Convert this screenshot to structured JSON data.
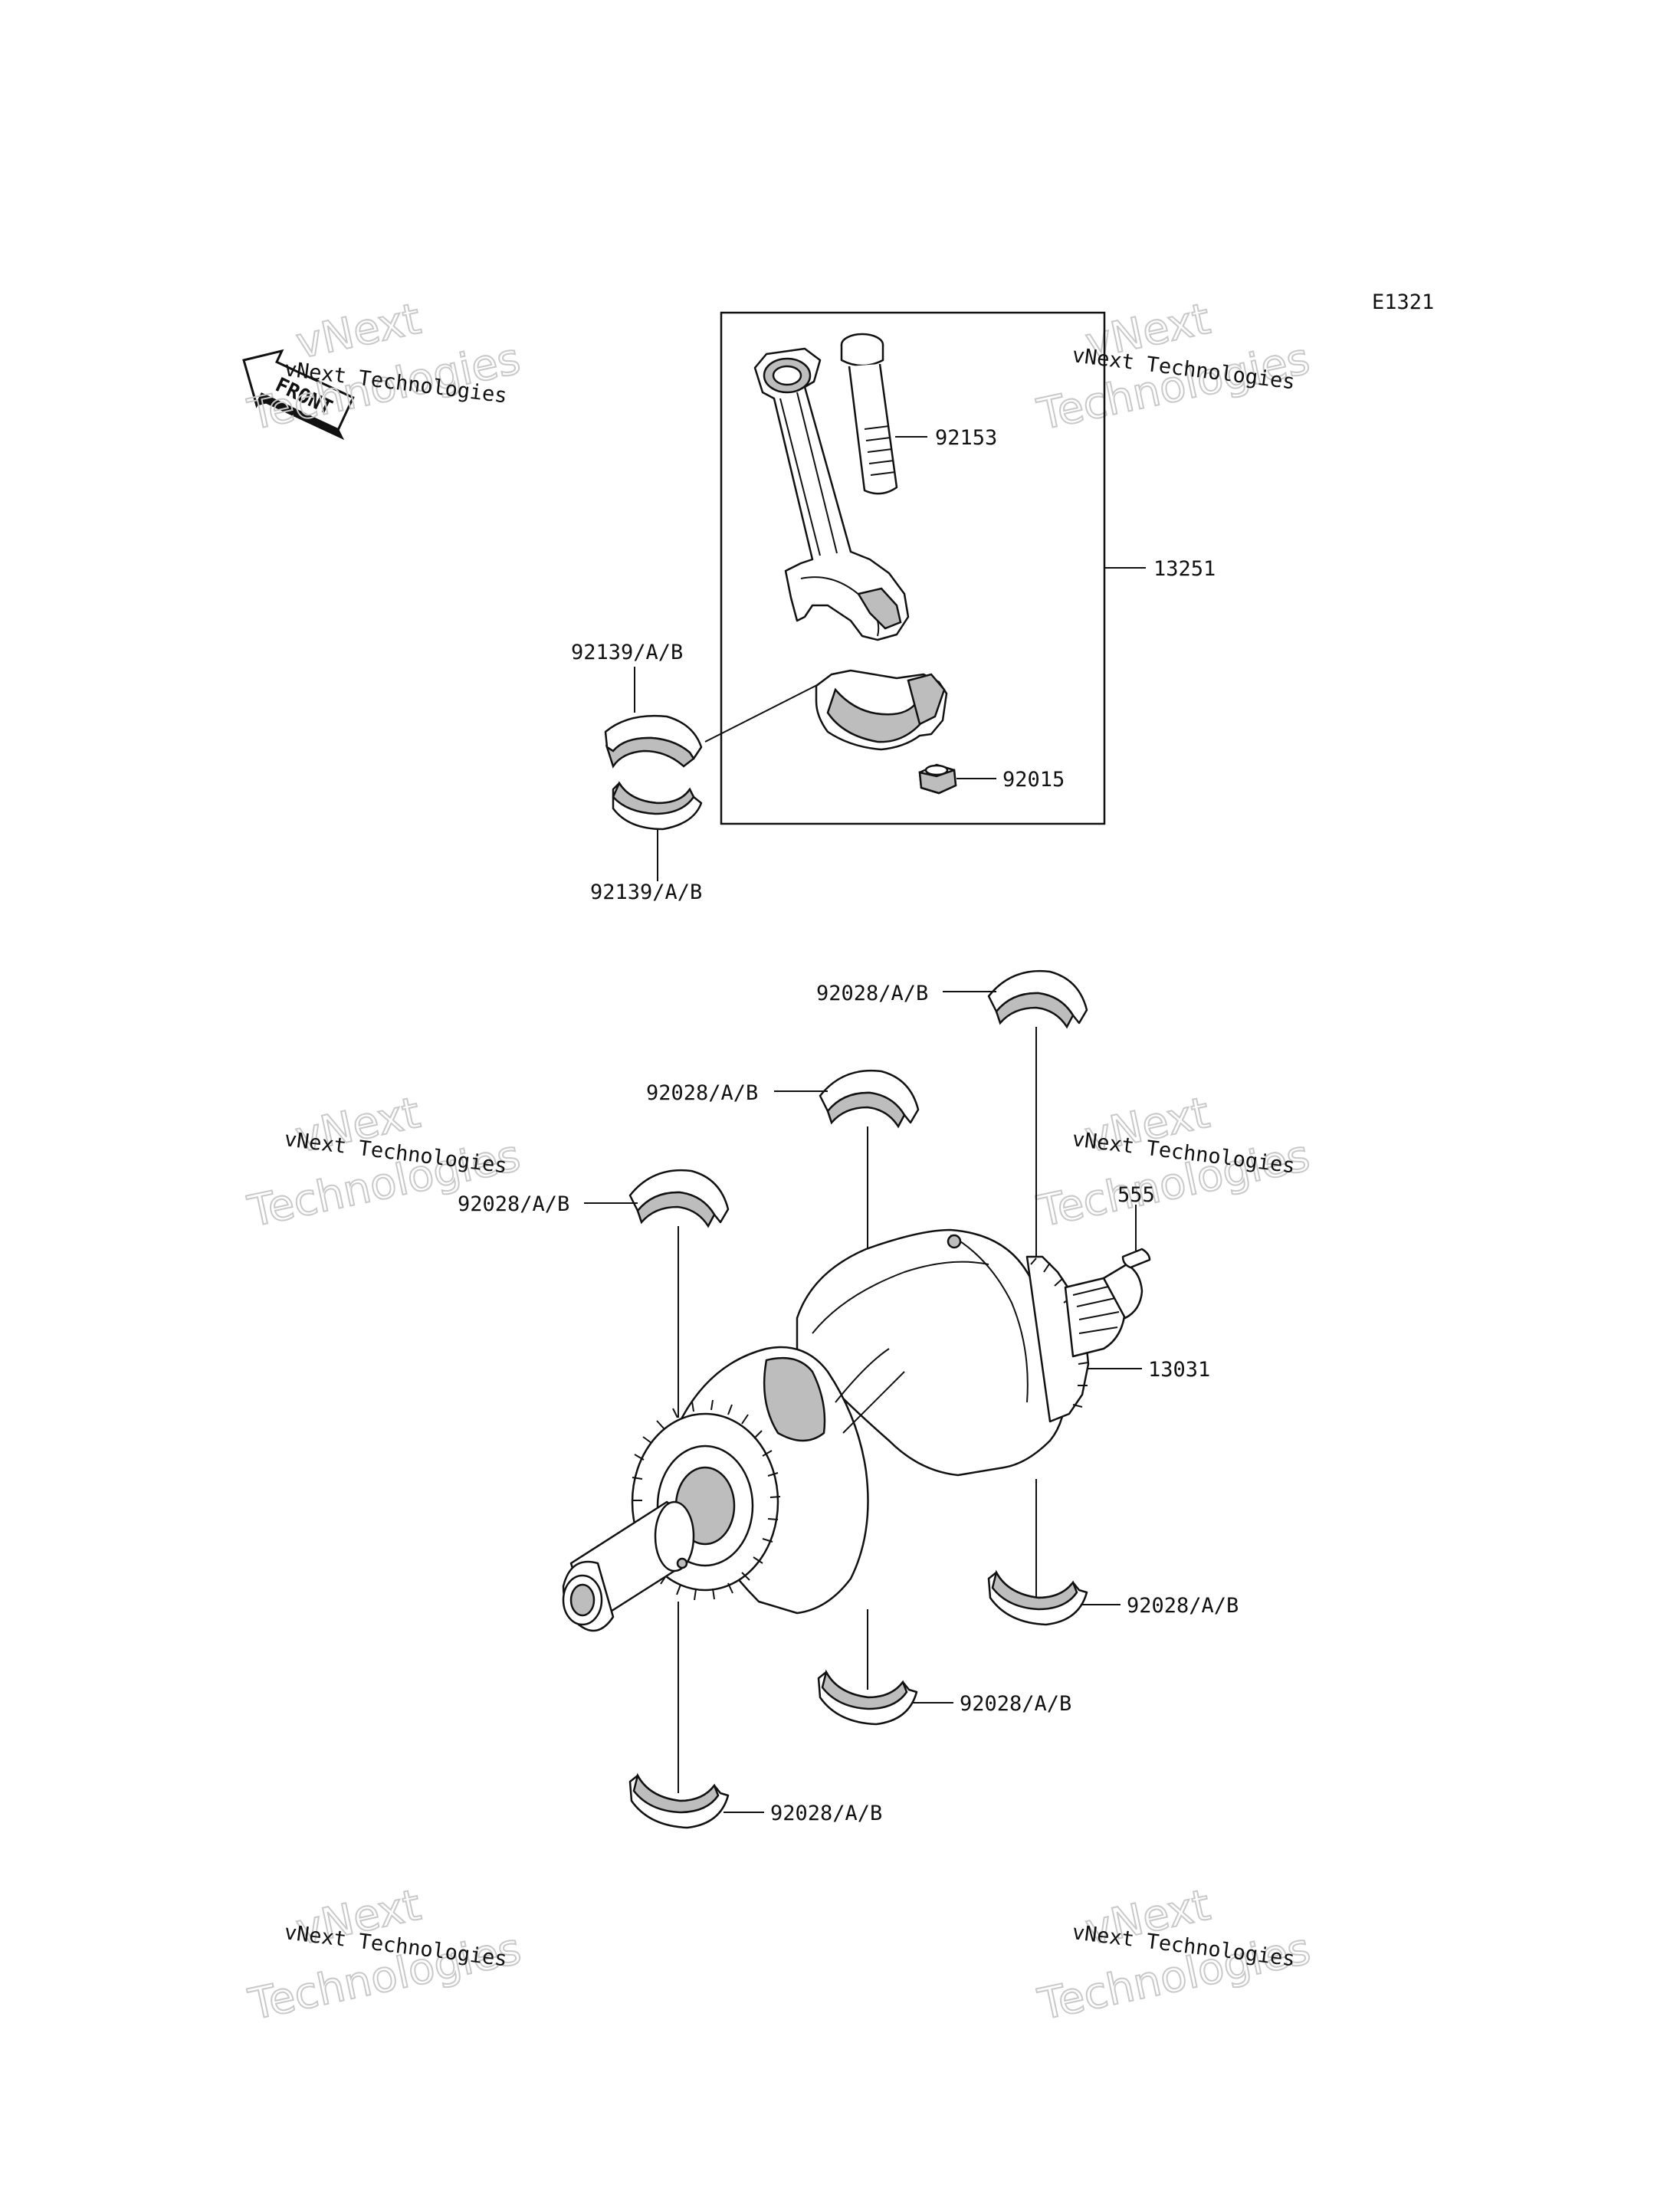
{
  "diagram_code": "E1321",
  "front_arrow_label": "FRONT",
  "watermark": {
    "line_top": "vNext",
    "line_small": "vNext Technologies",
    "line_big": "Technologies"
  },
  "callouts": {
    "rod_bolt": "92153",
    "conrod_assy": "13251",
    "rod_bearing_upper": "92139/A/B",
    "rod_bearing_lower": "92139/A/B",
    "rod_nut": "92015",
    "main_bearing_top_1": "92028/A/B",
    "main_bearing_top_2": "92028/A/B",
    "main_bearing_top_3": "92028/A/B",
    "pin": "555",
    "crankshaft": "13031",
    "main_bearing_bottom_1": "92028/A/B",
    "main_bearing_bottom_2": "92028/A/B",
    "main_bearing_bottom_3": "92028/A/B"
  }
}
